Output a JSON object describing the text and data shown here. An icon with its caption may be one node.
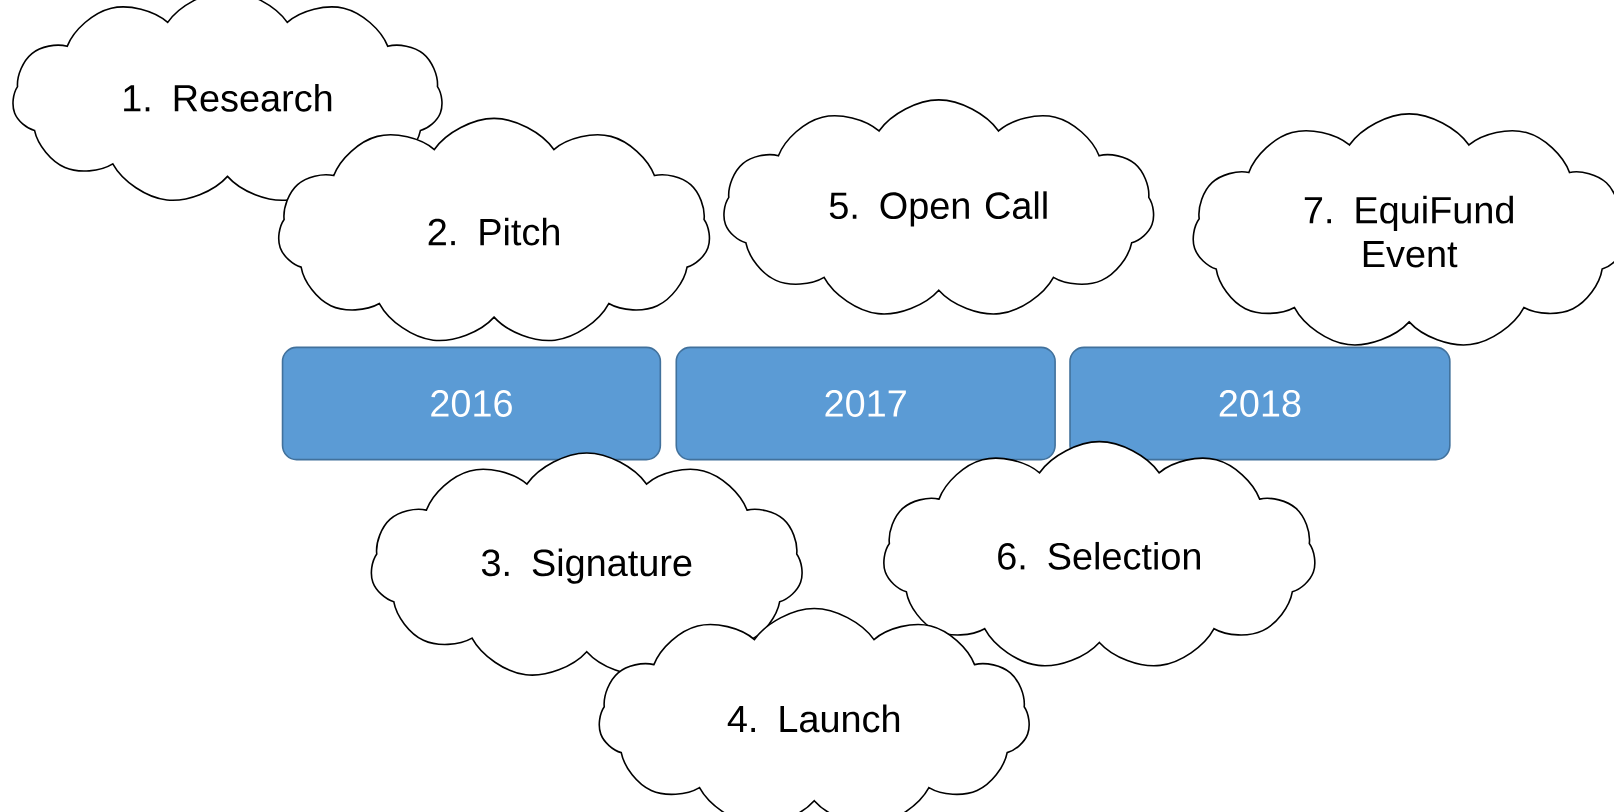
{
  "diagram": {
    "nodes": [
      {
        "text": [
          "1. Research"
        ]
      },
      {
        "text": [
          "2. Pitch"
        ]
      },
      {
        "text": [
          "5. Open Call"
        ]
      },
      {
        "text": [
          "7. EquiFund Event"
        ]
      },
      {
        "text": [
          "2016"
        ]
      },
      {
        "text": [
          "2017"
        ]
      },
      {
        "text": [
          "2018"
        ]
      },
      {
        "text": [
          "3. Signature"
        ]
      },
      {
        "text": [
          "6. Selection"
        ]
      },
      {
        "text": [
          "4. Launch"
        ]
      }
    ]
  }
}
